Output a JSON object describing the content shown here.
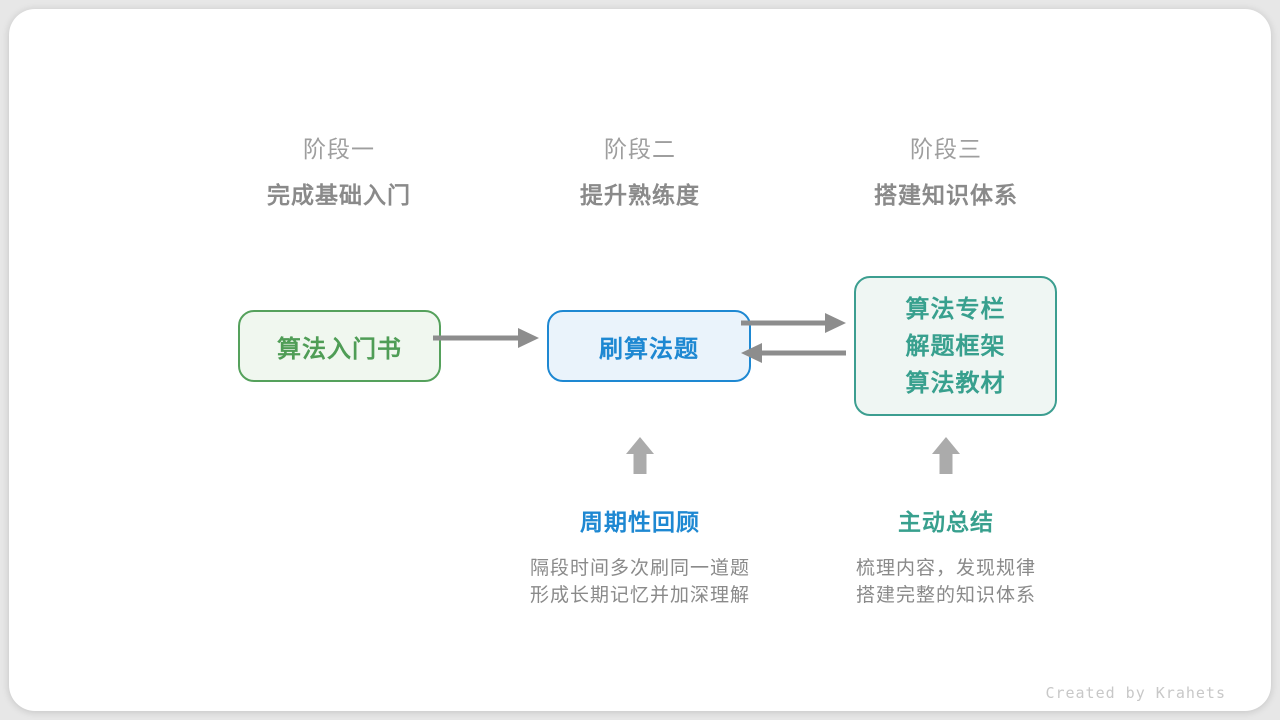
{
  "stages": [
    {
      "label": "阶段一",
      "subtitle": "完成基础入门"
    },
    {
      "label": "阶段二",
      "subtitle": "提升熟练度"
    },
    {
      "label": "阶段三",
      "subtitle": "搭建知识体系"
    }
  ],
  "nodes": {
    "intro_book": {
      "label": "算法入门书"
    },
    "practice": {
      "label": "刷算法题"
    },
    "resources": {
      "lines": [
        "算法专栏",
        "解题框架",
        "算法教材"
      ]
    }
  },
  "annotations": {
    "review": {
      "title": "周期性回顾",
      "desc_line1": "隔段时间多次刷同一道题",
      "desc_line2": "形成长期记忆并加深理解"
    },
    "summarize": {
      "title": "主动总结",
      "desc_line1": "梳理内容，发现规律",
      "desc_line2": "搭建完整的知识体系"
    }
  },
  "footer": {
    "credit": "Created by Krahets"
  },
  "icons": {
    "right_arrow": "right-arrow",
    "left_arrow": "left-arrow",
    "up_arrow": "up-block-arrow"
  },
  "colors": {
    "green_border": "#55a15c",
    "green_text": "#4f9d56",
    "green_bg": "#f0f7ef",
    "blue": "#1e88d2",
    "blue_bg": "#eaf3fb",
    "teal_border": "#3c9e90",
    "teal_text": "#38a08e",
    "teal_bg": "#eff6f3",
    "stage_label_gray": "#9e9e9e",
    "stage_subtitle_gray": "#8a8a8a",
    "flow_arrow_gray": "#8d8d8d",
    "up_arrow_gray": "#ababab",
    "desc_gray": "#8a8a8a",
    "credit_gray": "#c8c8c8",
    "card_bg": "#ffffff",
    "page_bg": "#e7e7e7"
  }
}
